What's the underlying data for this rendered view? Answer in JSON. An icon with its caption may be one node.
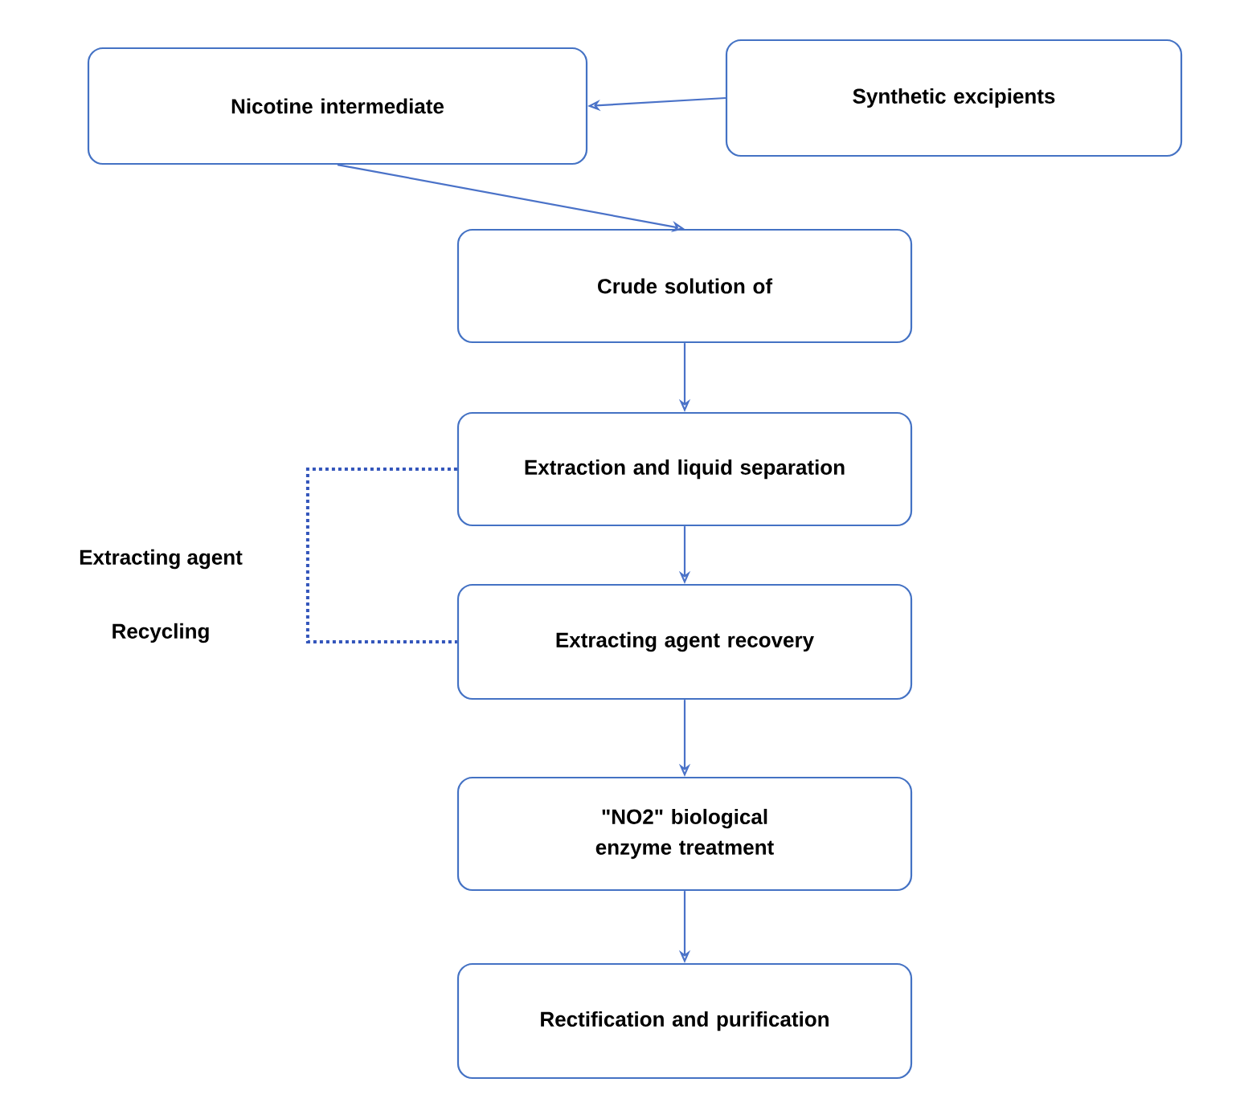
{
  "diagram": {
    "nodes": [
      {
        "text": [
          "Nicotine intermediate"
        ]
      },
      {
        "text": [
          "Synthetic excipients"
        ]
      },
      {
        "text": [
          "Crude solution of"
        ]
      },
      {
        "text": [
          "Extraction and liquid separation"
        ]
      },
      {
        "text": [
          "Extracting agent recovery"
        ]
      },
      {
        "text": [
          "\"NO2\" biological enzyme treatment"
        ]
      },
      {
        "text": [
          "Rectification and purification"
        ]
      }
    ],
    "edges": [
      {
        "from": 1,
        "to": 0,
        "arrow": "to"
      },
      {
        "from": 0,
        "to": 2,
        "arrow": "to"
      },
      {
        "from": 2,
        "to": 3,
        "arrow": "to"
      },
      {
        "from": 3,
        "to": 4,
        "arrow": "to"
      },
      {
        "from": 4,
        "to": 5,
        "arrow": "to"
      },
      {
        "from": 5,
        "to": 6,
        "arrow": "to"
      },
      {
        "from": 3,
        "to": 4,
        "arrow": "none",
        "style": "dashed"
      }
    ],
    "labels": [
      "Extracting agent",
      "Recycling"
    ]
  }
}
